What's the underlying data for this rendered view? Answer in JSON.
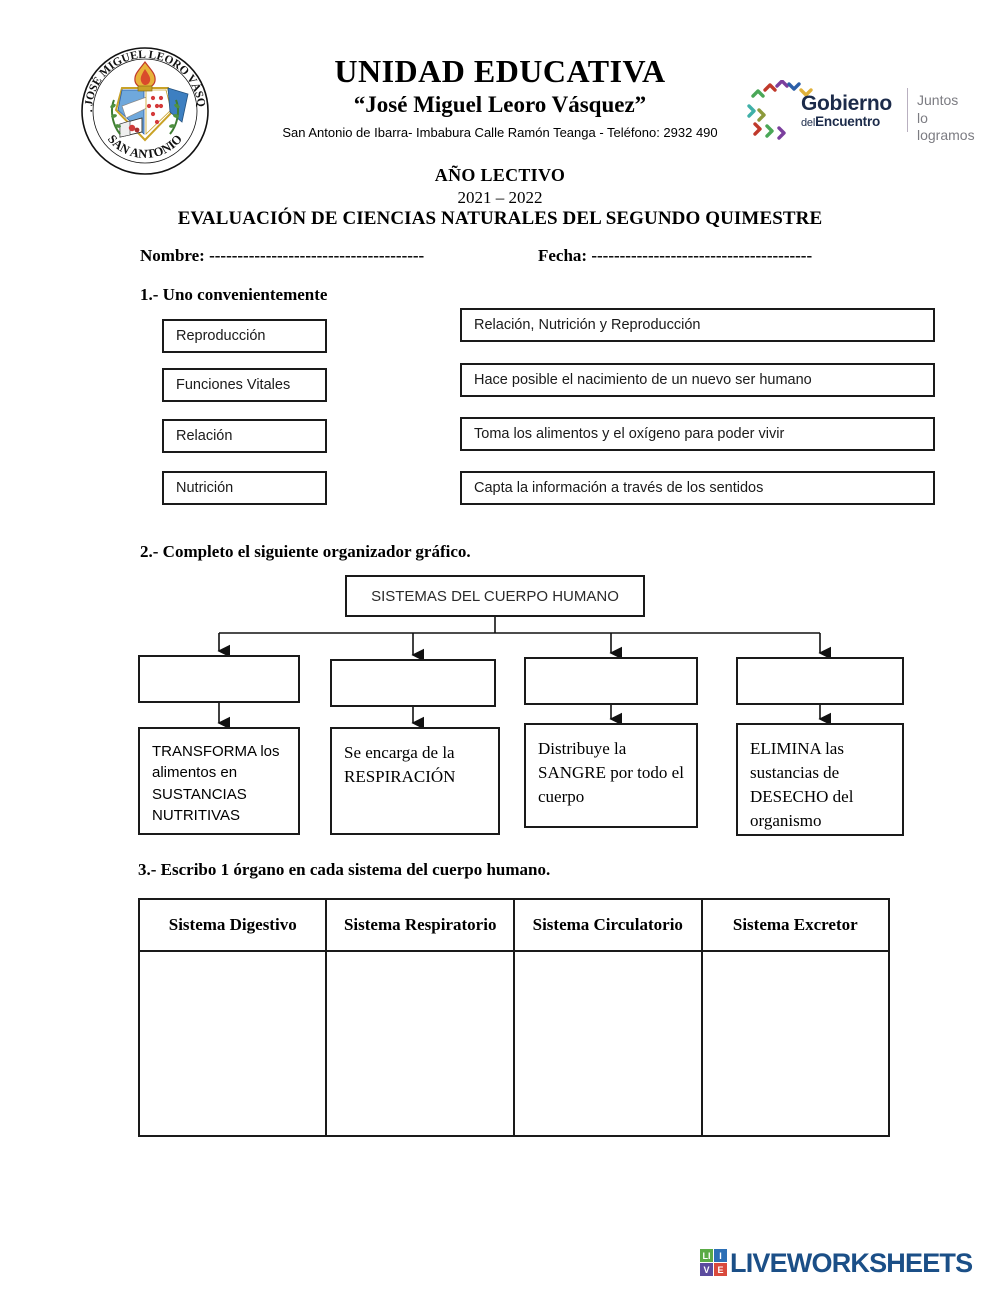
{
  "header": {
    "crest": {
      "outer_text_top": "U.E. JOSÉ MIGUEL LEORO VÁSQUEZ",
      "outer_text_bottom": "SAN ANTONIO"
    },
    "school_name_line1": "UNIDAD EDUCATIVA",
    "school_name_line2": "“José Miguel Leoro Vásquez”",
    "address": "San Antonio de Ibarra- Imbabura Calle Ramón Teanga   -   Teléfono: 2932 490",
    "gobierno": {
      "word1": "Gobierno",
      "word2_thin": "del",
      "word2_bold": "Encuentro",
      "tagline_line1": "Juntos",
      "tagline_line2": "lo logramos",
      "chevron_colors": [
        "#4aa757",
        "#c0392b",
        "#7b3f9d",
        "#2c5fa8",
        "#e0b13a",
        "#3fb0a8",
        "#8c9a3b",
        "#c0392b"
      ],
      "text_color": "#1c2b4a",
      "tagline_color": "#7c7c82"
    }
  },
  "doc": {
    "anio_lectivo_label": "AÑO LECTIVO",
    "anio_lectivo_years": "2021 – 2022",
    "evaluation_title": "EVALUACIÓN DE CIENCIAS NATURALES DEL SEGUNDO QUIMESTRE",
    "name_field": "Nombre: --------------------------------------",
    "date_field": "Fecha: ---------------------------------------"
  },
  "q1": {
    "prompt": "1.- Uno convenientemente",
    "left_items": [
      "Reproducción",
      "Funciones Vitales",
      "Relación",
      "Nutrición"
    ],
    "right_items": [
      "Relación, Nutrición y Reproducción",
      "Hace posible el nacimiento de un nuevo ser humano",
      "Toma los alimentos y el oxígeno para poder vivir",
      "Capta la información a través de los sentidos"
    ]
  },
  "q2": {
    "prompt": "2.- Completo el siguiente organizador gráfico.",
    "root_label": "SISTEMAS DEL CUERPO HUMANO",
    "answer_boxes": [
      "",
      "",
      "",
      ""
    ],
    "descriptions": [
      "TRANSFORMA los alimentos en SUSTANCIAS NUTRITIVAS",
      "Se encarga de la RESPIRACIÓN",
      "Distribuye la SANGRE por todo el cuerpo",
      "ELIMINA las sustancias de DESECHO del organismo"
    ]
  },
  "q3": {
    "prompt": "3.- Escribo 1 órgano en cada sistema del cuerpo humano.",
    "columns": [
      "Sistema Digestivo",
      "Sistema Respiratorio",
      "Sistema Circulatorio",
      "Sistema Excretor"
    ],
    "answers": [
      "",
      "",
      "",
      ""
    ]
  },
  "footer": {
    "brand": "LIVEWORKSHEETS",
    "tiles": [
      {
        "letter": "LI",
        "color": "#5aab46"
      },
      {
        "letter": "I",
        "color": "#2c6fb5"
      },
      {
        "letter": "V",
        "color": "#5b4b9e"
      },
      {
        "letter": "E",
        "color": "#d94a3d"
      }
    ],
    "brand_color": "#1b4f87"
  }
}
